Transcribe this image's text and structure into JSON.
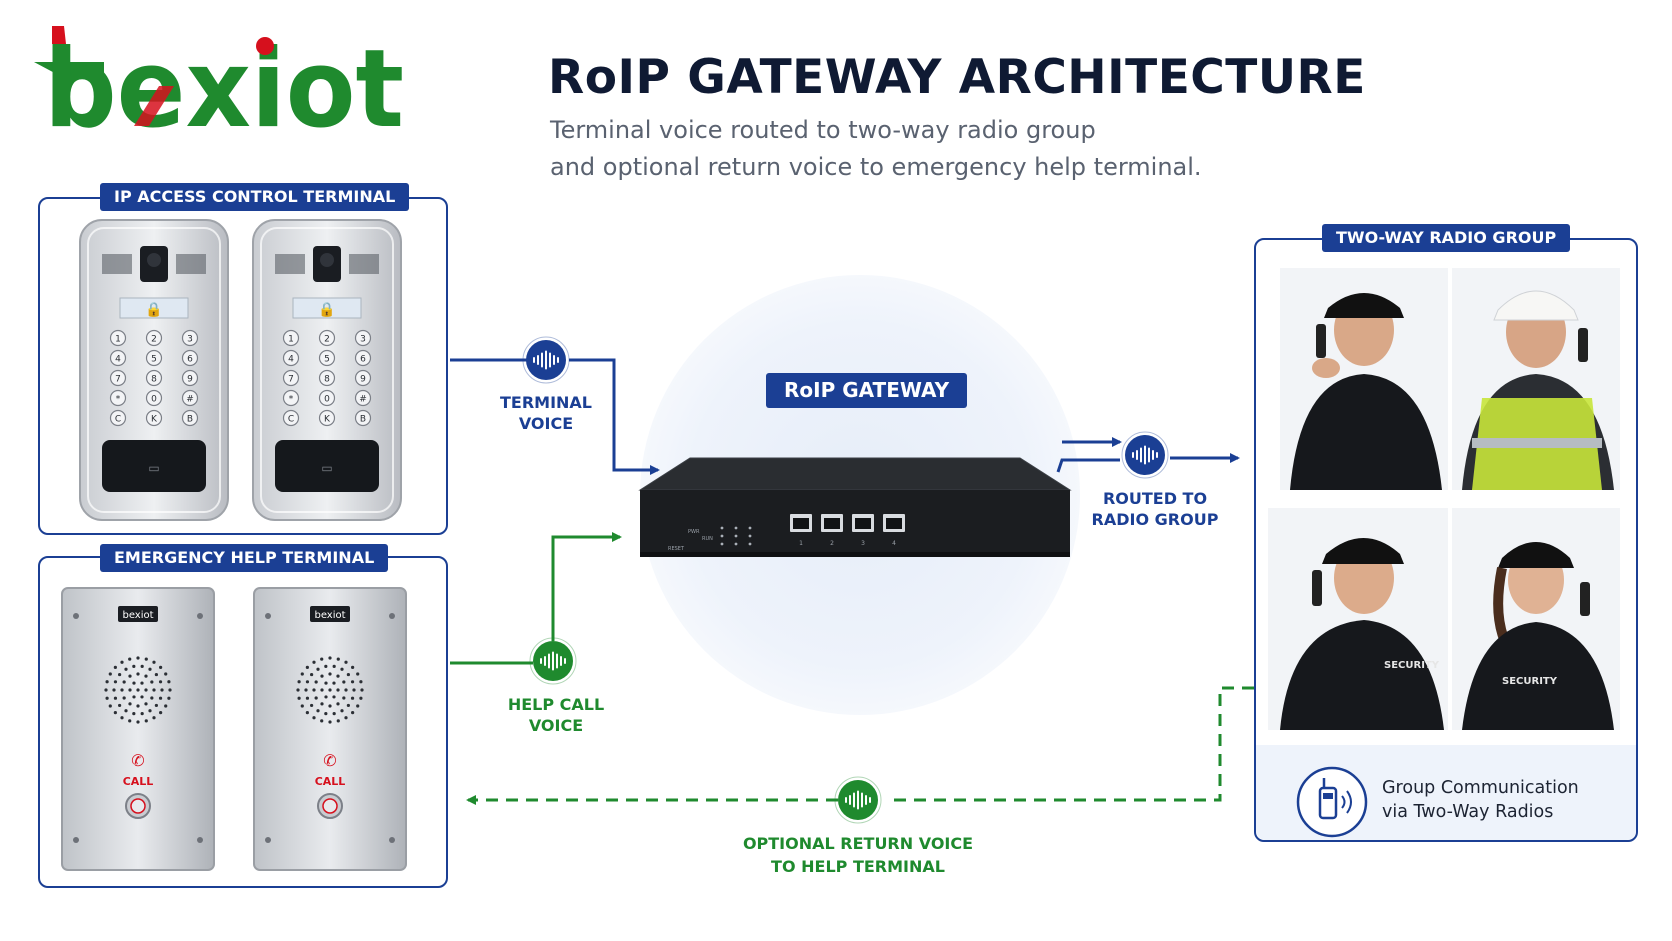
{
  "brand": {
    "name": "bexiot",
    "colors": {
      "primary": "#1f8a2e",
      "accent": "#d6101d"
    }
  },
  "header": {
    "title": "RoIP GATEWAY ARCHITECTURE",
    "subtitle_line1": "Terminal voice routed to two-way radio group",
    "subtitle_line2": "and optional return voice to emergency help terminal."
  },
  "panels": {
    "access_control": {
      "label": "IP ACCESS CONTROL TERMINAL",
      "keys": [
        "1",
        "2",
        "3",
        "4",
        "5",
        "6",
        "7",
        "8",
        "9",
        "*",
        "0",
        "#",
        "C",
        "K",
        "B"
      ]
    },
    "emergency": {
      "label": "EMERGENCY HELP TERMINAL",
      "device_brand": "bexiot",
      "call_label": "CALL"
    },
    "radio_group": {
      "label": "TWO-WAY RADIO GROUP",
      "badge_text": "SECURITY",
      "caption_line1": "Group Communication",
      "caption_line2": "via Two-Way Radios"
    }
  },
  "gateway": {
    "label": "RoIP GATEWAY",
    "ports": [
      "1",
      "2",
      "3",
      "4"
    ],
    "small_labels": [
      "RESET",
      "PWR",
      "RUN"
    ]
  },
  "flows": {
    "terminal_voice": {
      "line1": "TERMINAL",
      "line2": "VOICE",
      "color": "#1b3f94"
    },
    "help_call_voice": {
      "line1": "HELP CALL",
      "line2": "VOICE",
      "color": "#1f8a2e"
    },
    "routed": {
      "line1": "ROUTED TO",
      "line2": "RADIO GROUP",
      "color": "#1b3f94"
    },
    "return_voice": {
      "line1": "OPTIONAL RETURN VOICE",
      "line2": "TO HELP TERMINAL",
      "color": "#1f8a2e"
    }
  },
  "icons": [
    "voice-wave-icon",
    "radio-icon",
    "lock-icon",
    "phone-icon"
  ]
}
